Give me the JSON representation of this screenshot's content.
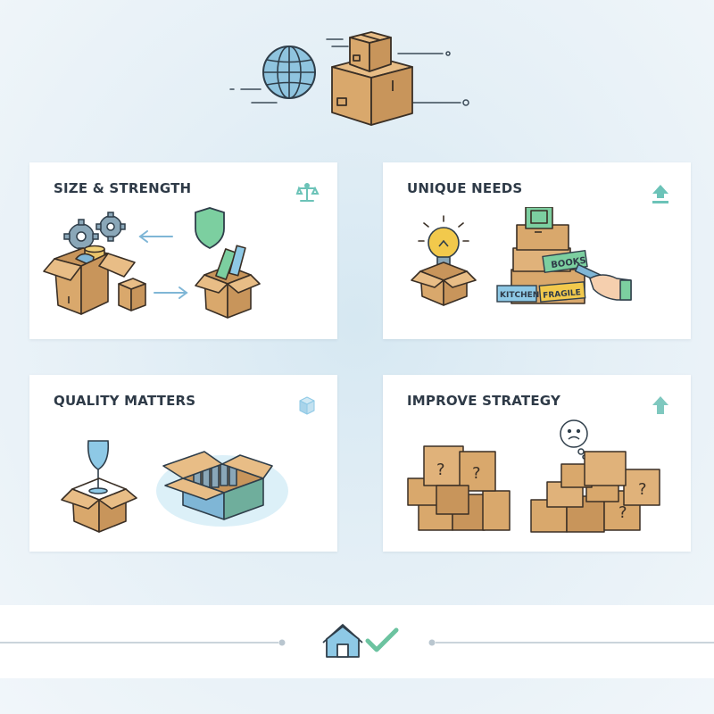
{
  "cards": [
    {
      "id": "size",
      "title": "SIZE & STRENGTH",
      "icon": "scale-icon"
    },
    {
      "id": "unique",
      "title": "UNIQUE NEEDS",
      "icon": "upload-icon"
    },
    {
      "id": "quality",
      "title": "QUALITY MATTERS",
      "icon": "cube-icon"
    },
    {
      "id": "improve",
      "title": "IMPROVE STRATEGY",
      "icon": "arrow-up-icon"
    }
  ],
  "labels": {
    "books": "BOOKS",
    "kitchen": "KITCHEN",
    "fragile": "FRAGILE"
  },
  "footer": {
    "home_icon": "home-icon",
    "check_icon": "check-icon"
  },
  "colors": {
    "box": "#d9a86c",
    "box_dark": "#b98650",
    "accent_teal": "#6cc3b8",
    "accent_blue": "#7fb6d6",
    "green_label": "#7ccfa0",
    "blue_label": "#8ec9e6",
    "yellow_label": "#f2c94c",
    "title_text": "#2e3a47"
  }
}
